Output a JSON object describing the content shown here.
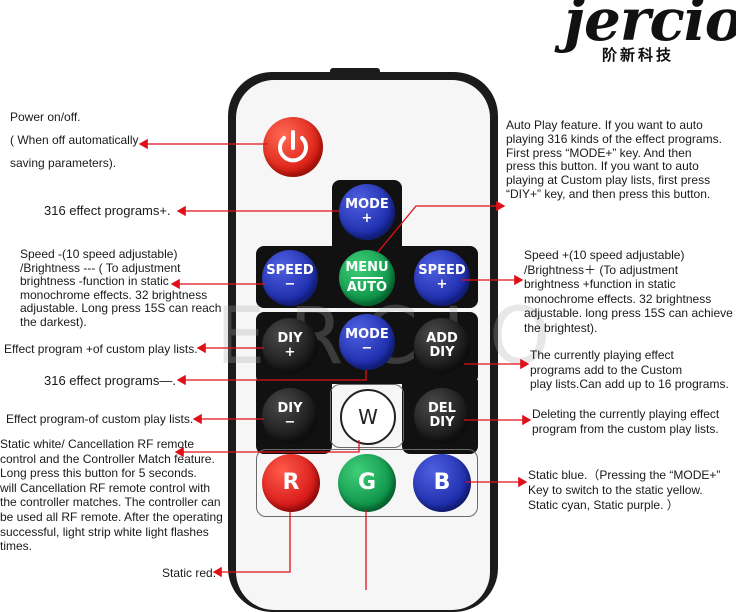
{
  "logo": {
    "name": "jercio",
    "subtitle": "阶新科技"
  },
  "watermark": "ERCIO",
  "buttons": {
    "power": "",
    "mode_plus": [
      "MODE",
      "+"
    ],
    "speed_minus": [
      "SPEED",
      "−"
    ],
    "menu_auto": [
      "MENU",
      "AUTO"
    ],
    "speed_plus": [
      "SPEED",
      "+"
    ],
    "diy_plus": [
      "DIY",
      "+"
    ],
    "mode_minus": [
      "MODE",
      "−"
    ],
    "add_diy": [
      "ADD",
      "DIY"
    ],
    "diy_minus": [
      "DIY",
      "−"
    ],
    "white": "W",
    "del_diy": [
      "DEL",
      "DIY"
    ],
    "red": "R",
    "green": "G",
    "blue": "B"
  },
  "labels": {
    "power": [
      "Power on/off.",
      "( When off automatically",
      "saving parameters)."
    ],
    "mode_plus": [
      "316 effect programs+."
    ],
    "speed_minus": [
      "Speed -(10 speed adjustable)",
      "/Brightness --- ( To adjustment",
      "brightness -function in static",
      "monochrome effects. 32 brightness",
      "adjustable. Long press 15S can reach",
      " the darkest)."
    ],
    "diy_plus": [
      "Effect program +of custom play lists."
    ],
    "mode_minus": [
      "316 effect programs—."
    ],
    "diy_minus": [
      "Effect program-of custom play lists."
    ],
    "white": [
      "Static white/ Cancellation RF remote",
      "control and the Controller Match feature.",
      "Long press this button for 5 seconds.",
      "will Cancellation RF remote control with",
      "the controller matches. The controller can",
      "be used all RF remote. After the operating",
      "successful, light strip white light flashes",
      "times."
    ],
    "red": [
      "Static red."
    ],
    "menu_auto": [
      "Auto Play feature. If you want to auto",
      "playing 316 kinds of the effect programs.",
      "First press  “MODE+”  key. And then",
      " press this button. If you want to auto",
      " playing at Custom play lists, first press",
      " “DIY+”  key, and then press this button."
    ],
    "speed_plus": [
      "Speed +(10 speed adjustable)",
      "/Brightness＋  (To adjustment",
      "brightness +function in static",
      "monochrome effects. 32 brightness",
      "adjustable. long press 15S can achieve",
      "the brightest)."
    ],
    "add_diy": [
      "The currently playing effect",
      " programs add to the Custom",
      "  play lists.Can add up to 16 programs."
    ],
    "del_diy": [
      "Deleting the currently playing effect",
      "program from the custom play lists."
    ],
    "blue": [
      "Static blue.（Pressing the  “MODE+”",
      " Key to switch to the static yellow.",
      "Static cyan, Static purple. ）"
    ]
  },
  "colors": {
    "arrow": "#e0101a",
    "blue_button": "#1a2aa8",
    "green_button": "#0b8f45",
    "red_button": "#d41414",
    "black_button": "#141414"
  }
}
